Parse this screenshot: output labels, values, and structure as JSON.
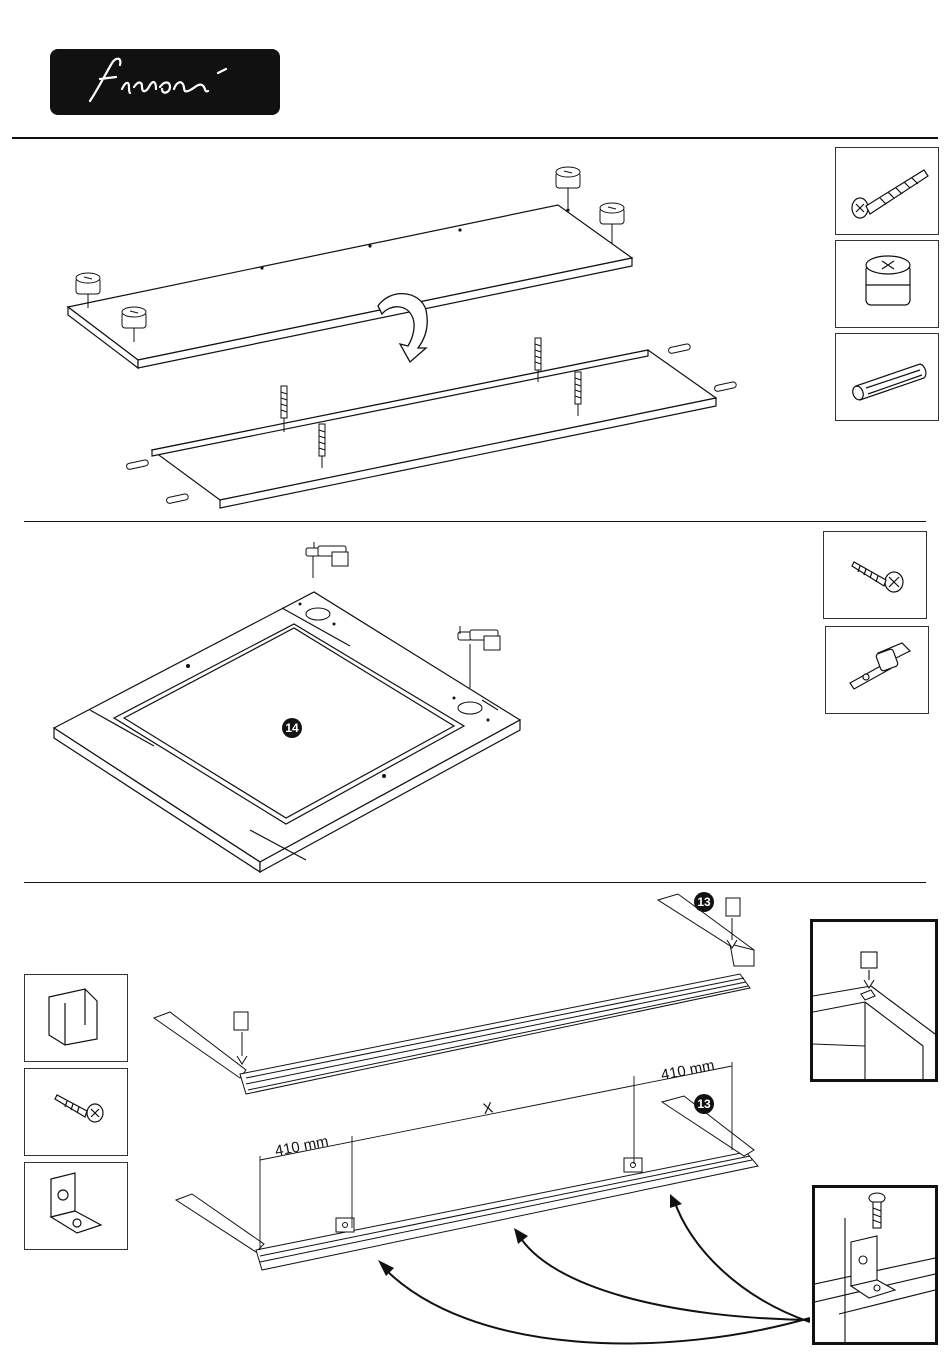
{
  "brand": {
    "logo_text": "finori"
  },
  "steps": [
    {
      "badge": ""
    },
    {
      "badge": "14"
    },
    {
      "badge": "13"
    }
  ],
  "dimensions": {
    "left": "410 mm",
    "middle": "X",
    "right": "410 mm"
  },
  "icons": {
    "step1_parts": [
      "cam-bolt-icon",
      "cam-lock-icon",
      "wooden-dowel-icon"
    ],
    "step2_parts": [
      "screw-icon",
      "hinge-icon"
    ],
    "step3_parts": [
      "plastic-clip-icon",
      "screw-icon",
      "angle-bracket-icon"
    ]
  },
  "colors": {
    "ink": "#111111",
    "panel_fill": "#ffffff",
    "grey": "#888888"
  }
}
